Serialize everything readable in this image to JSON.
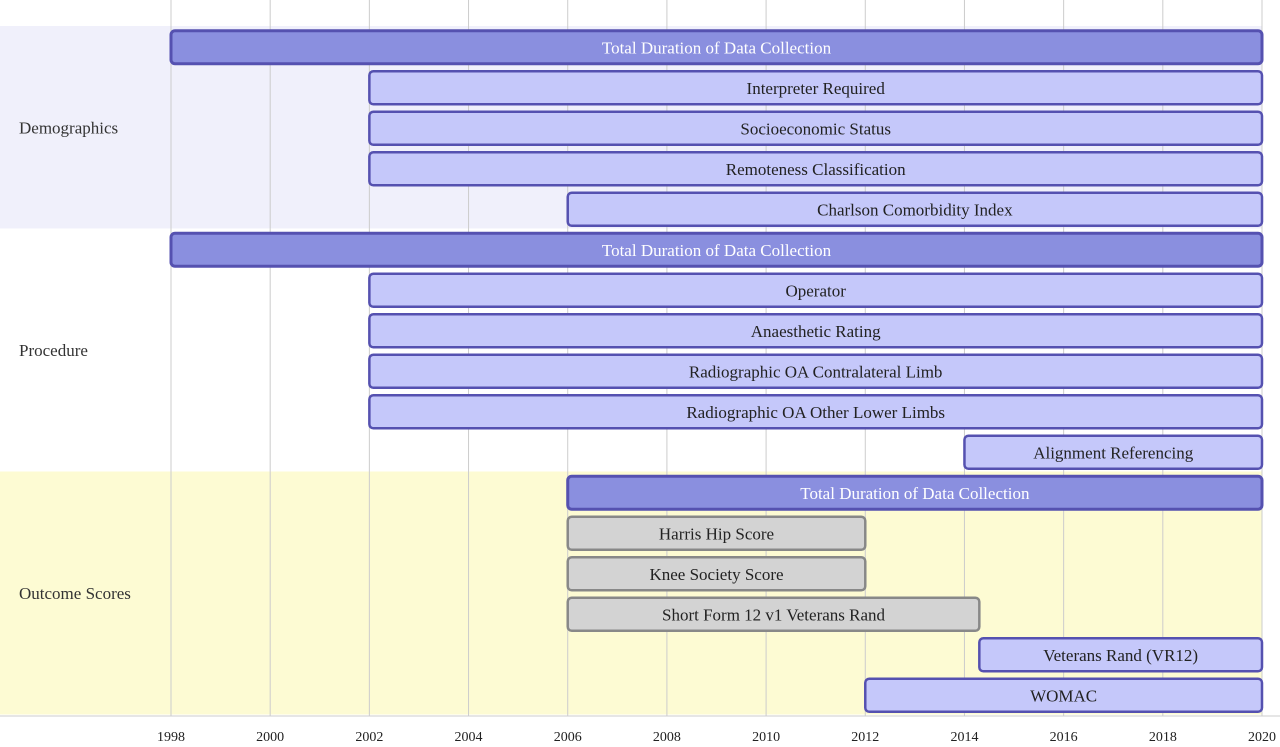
{
  "chart_data": {
    "type": "timeline",
    "x_ticks": [
      1998,
      2000,
      2002,
      2004,
      2006,
      2008,
      2010,
      2012,
      2014,
      2016,
      2018,
      2020
    ],
    "xlim": [
      1998,
      2020
    ],
    "groups": [
      {
        "name": "Demographics",
        "background": "#f0f0fb",
        "bars": [
          {
            "label": "Total Duration of Data Collection",
            "start": 1998,
            "end": 2020,
            "style": "total"
          },
          {
            "label": "Interpreter Required",
            "start": 2002,
            "end": 2020,
            "style": "available"
          },
          {
            "label": "Socioeconomic Status",
            "start": 2002,
            "end": 2020,
            "style": "available"
          },
          {
            "label": "Remoteness Classification",
            "start": 2002,
            "end": 2020,
            "style": "available"
          },
          {
            "label": "Charlson Comorbidity Index",
            "start": 2006,
            "end": 2020,
            "style": "available"
          }
        ]
      },
      {
        "name": "Procedure",
        "background": "#ffffff",
        "bars": [
          {
            "label": "Total Duration of Data Collection",
            "start": 1998,
            "end": 2020,
            "style": "total"
          },
          {
            "label": "Operator",
            "start": 2002,
            "end": 2020,
            "style": "available"
          },
          {
            "label": "Anaesthetic Rating",
            "start": 2002,
            "end": 2020,
            "style": "available"
          },
          {
            "label": "Radiographic OA Contralateral Limb",
            "start": 2002,
            "end": 2020,
            "style": "available"
          },
          {
            "label": "Radiographic OA Other Lower Limbs",
            "start": 2002,
            "end": 2020,
            "style": "available"
          },
          {
            "label": "Alignment Referencing",
            "start": 2014,
            "end": 2020,
            "style": "available"
          }
        ]
      },
      {
        "name": "Outcome Scores",
        "background": "#fdfbd3",
        "bars": [
          {
            "label": "Total Duration of Data Collection",
            "start": 2006,
            "end": 2020,
            "style": "total"
          },
          {
            "label": "Harris Hip Score",
            "start": 2006,
            "end": 2012,
            "style": "discontinued"
          },
          {
            "label": "Knee Society Score",
            "start": 2006,
            "end": 2012,
            "style": "discontinued"
          },
          {
            "label": "Short Form 12 v1 Veterans Rand",
            "start": 2006,
            "end": 2014.3,
            "style": "discontinued"
          },
          {
            "label": "Veterans Rand (VR12)",
            "start": 2014.3,
            "end": 2020,
            "style": "available"
          },
          {
            "label": "WOMAC",
            "start": 2012,
            "end": 2020,
            "style": "available"
          }
        ]
      }
    ],
    "colors": {
      "total_fill": "#8a8fdf",
      "total_text": "#ffffff",
      "available_fill": "#c5c8fa",
      "available_text": "#222222",
      "discontinued_fill": "#d3d3d3",
      "discontinued_stroke": "#888888",
      "discontinued_text": "#222222",
      "bar_stroke": "#5551b0",
      "gridline": "#cccccc"
    }
  }
}
